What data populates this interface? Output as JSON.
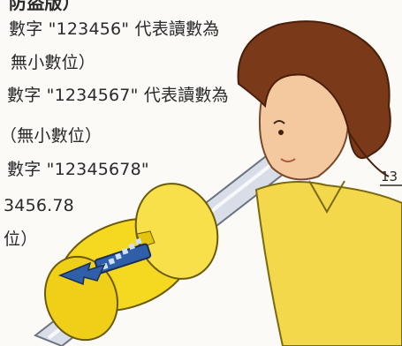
{
  "text": {
    "line1": "防盜版）",
    "line2": "數字 \"123456\" 代表讀數為",
    "line3": "無小數位）",
    "line4": "數字 \"1234567\" 代表讀數為",
    "line5": "（無小數位）",
    "line6": "數字 \"12345678\"",
    "line7": "3456.78",
    "line8": "位）"
  },
  "illustration": {
    "tag_number": "13"
  },
  "colors": {
    "hair": "#7a3a1a",
    "skin": "#f4c9a0",
    "shirt": "#f2d84a",
    "meter_body": "#f5d820",
    "meter_accent": "#2f5fa8",
    "pipe": "#d8dde8"
  }
}
